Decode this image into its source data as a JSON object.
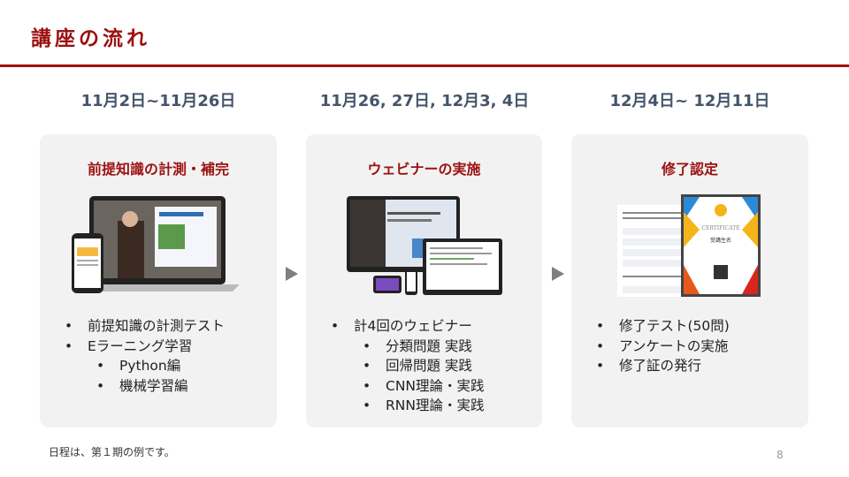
{
  "header": {
    "title": "講座の流れ"
  },
  "steps": [
    {
      "date": "11月2日~11月26日",
      "title": "前提知識の計測・補完",
      "items": [
        {
          "text": "前提知識の計測テスト",
          "level": 1
        },
        {
          "text": "Eラーニング学習",
          "level": 1
        },
        {
          "text": "Python編",
          "level": 2
        },
        {
          "text": "機械学習編",
          "level": 2
        }
      ]
    },
    {
      "date": "11月26, 27日, 12月3, 4日",
      "title": "ウェビナーの実施",
      "items": [
        {
          "text": "計4回のウェビナー",
          "level": 1
        },
        {
          "text": "分類問題 実践",
          "level": 2
        },
        {
          "text": "回帰問題 実践",
          "level": 2
        },
        {
          "text": "CNN理論・実践",
          "level": 2
        },
        {
          "text": "RNN理論・実践",
          "level": 2
        }
      ]
    },
    {
      "date": "12月4日~ 12月11日",
      "title": "修了認定",
      "items": [
        {
          "text": "修了テスト(50問)",
          "level": 1
        },
        {
          "text": "アンケートの実施",
          "level": 1
        },
        {
          "text": "修了証の発行",
          "level": 1
        }
      ]
    }
  ],
  "certificate": {
    "heading": "CERTIFICATE",
    "name": "受講生名"
  },
  "footer": {
    "note": "日程は、第１期の例です。",
    "page": "8"
  },
  "colors": {
    "accent": "#9c1111",
    "date": "#44546a",
    "card": "#f2f2f2"
  }
}
